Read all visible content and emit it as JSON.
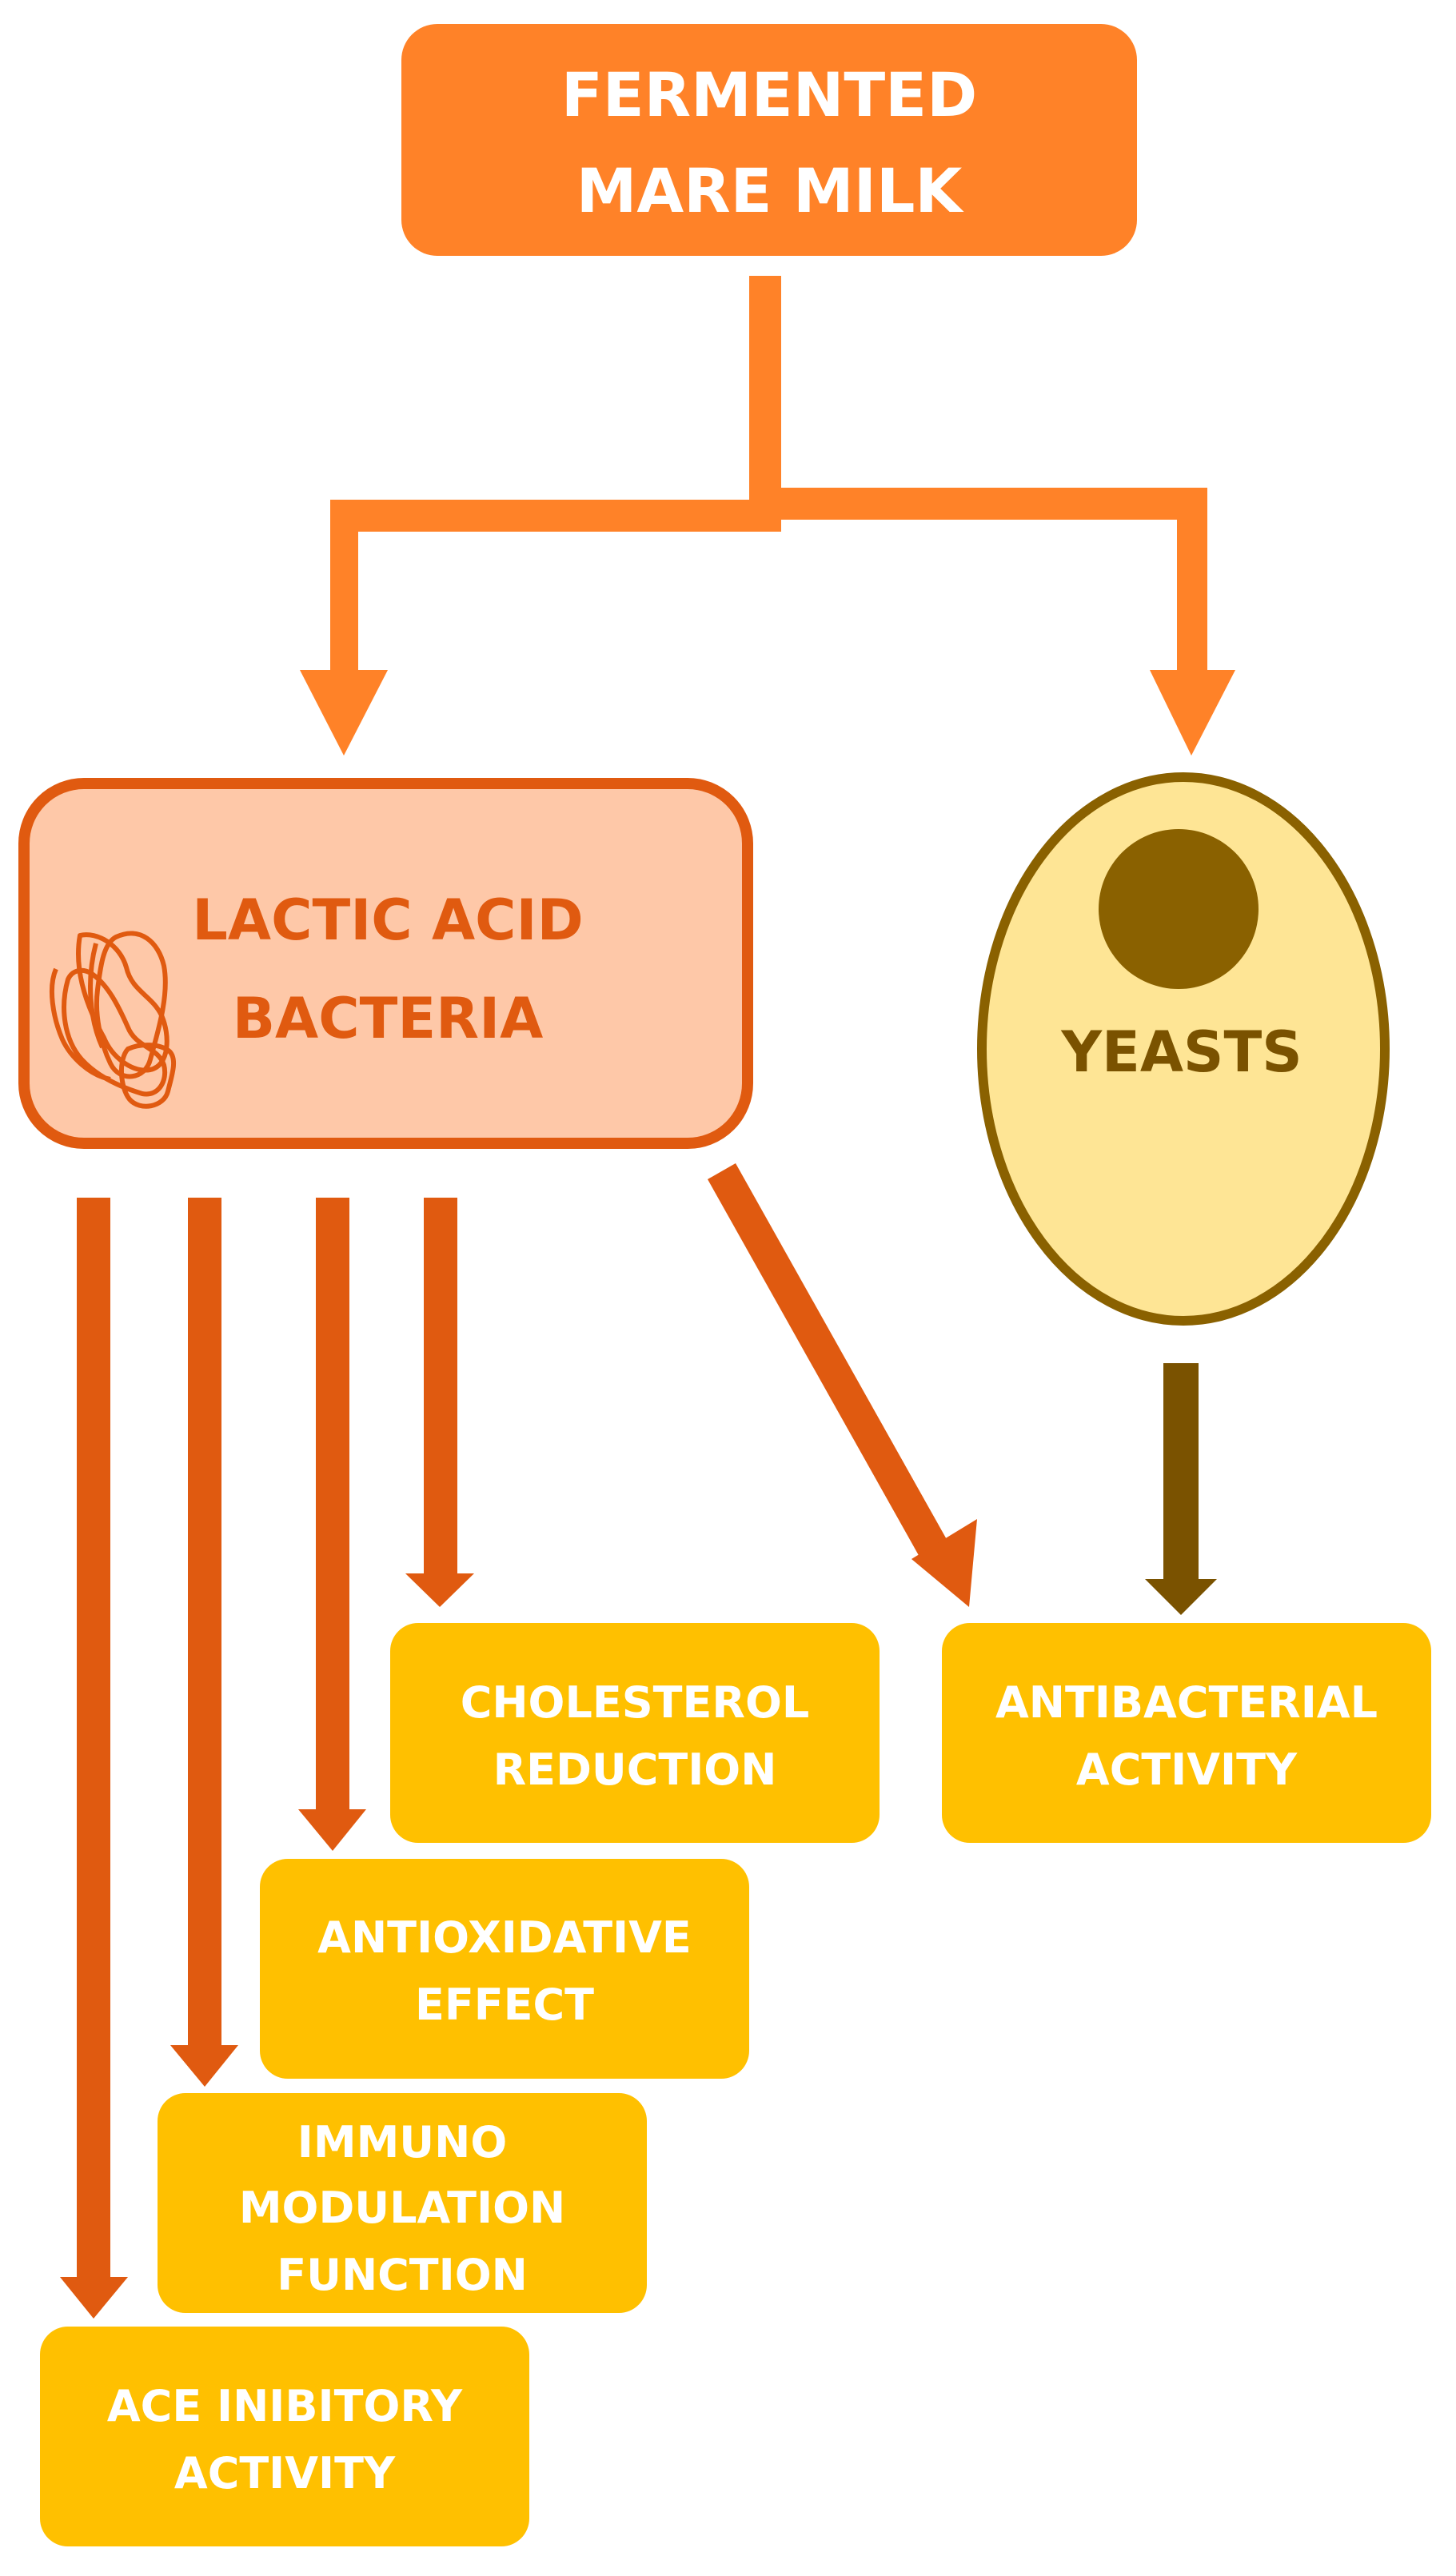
{
  "colors": {
    "title_box": "#FF8228",
    "connector": "#FF8228",
    "lab_fill": "#FEC8A8",
    "lab_stroke": "#E05A10",
    "lab_arrow": "#E05A10",
    "yeast_fill": "#FEE595",
    "yeast_stroke": "#8A6100",
    "yeast_nucleus": "#8A6100",
    "yeast_arrow": "#7A5200",
    "outcome_box": "#FFC000"
  },
  "root": {
    "line1": "FERMENTED",
    "line2": "MARE MILK"
  },
  "lab": {
    "line1": "LACTIC ACID",
    "line2": "BACTERIA",
    "icon": "bacteria-icon"
  },
  "yeast": {
    "label": "YEASTS",
    "icon": "yeast-cell-icon"
  },
  "outcomes": {
    "cholesterol": {
      "line1": "CHOLESTEROL",
      "line2": "REDUCTION"
    },
    "antibacterial": {
      "line1": "ANTIBACTERIAL",
      "line2": "ACTIVITY"
    },
    "antioxidative": {
      "line1": "ANTIOXIDATIVE",
      "line2": "EFFECT"
    },
    "immuno": {
      "line1": "IMMUNO",
      "line2": "MODULATION",
      "line3": "FUNCTION"
    },
    "ace": {
      "line1": "ACE INIBITORY",
      "line2": "ACTIVITY"
    }
  }
}
